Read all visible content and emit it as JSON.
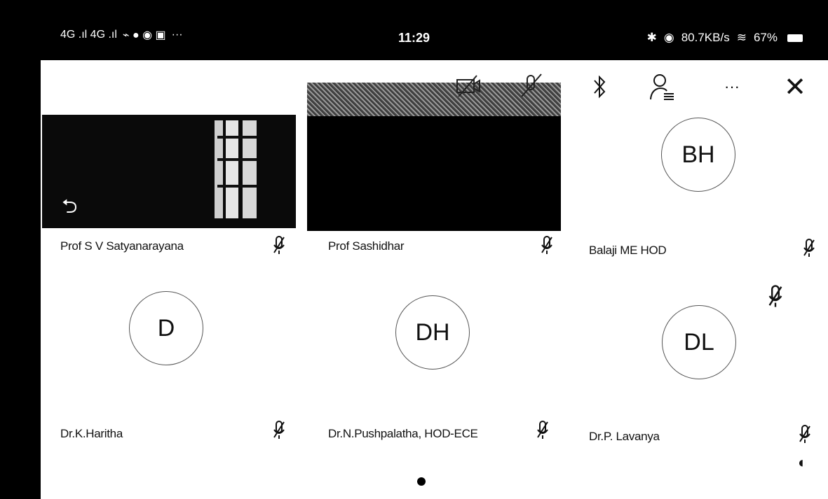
{
  "status_bar": {
    "left_signal": "4G .ıl 4G .ıl",
    "left_more": "···",
    "time": "11:29",
    "net_speed": "80.7KB/s",
    "battery": "67%"
  },
  "participants": [
    {
      "name": "Prof S V Satyanarayana",
      "has_video": true
    },
    {
      "name": "Prof Sashidhar",
      "has_video": true
    },
    {
      "name": "Balaji ME HOD",
      "initials": "BH"
    },
    {
      "name": "Dr.K.Haritha",
      "initials": "D"
    },
    {
      "name": "Dr.N.Pushpalatha, HOD-ECE",
      "initials": "DH"
    },
    {
      "name": "Dr.P. Lavanya",
      "initials": "DL"
    }
  ],
  "toolbar": {
    "icons": [
      "camera-off-icon",
      "bluetooth-icon",
      "participants-icon",
      "more-icon",
      "close-icon"
    ],
    "more_label": "···",
    "close_label": "✕"
  }
}
